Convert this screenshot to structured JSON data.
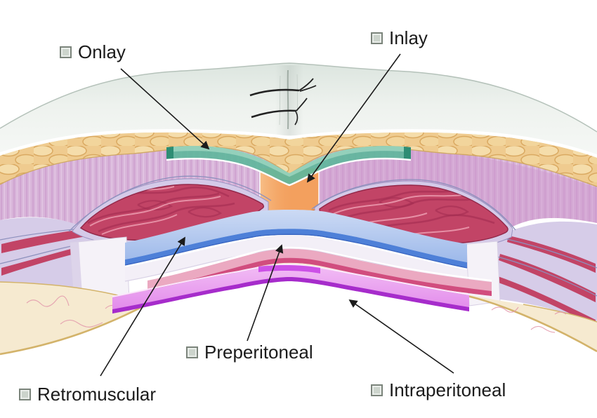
{
  "figure_labels": {
    "onlay": "Onlay",
    "inlay": "Inlay",
    "preperitoneal": "Preperitoneal",
    "retromuscular": "Retromuscular",
    "intraperitoneal": "Intraperitoneal"
  },
  "colors": {
    "onlay_mesh": "#5fb69c",
    "inlay_mesh": "#f3a05e",
    "retromuscular_mesh": "#4e80d8",
    "preperitoneal_mesh": "#d14d7e",
    "intraperitoneal_mesh": "#a62ccb",
    "muscle": "#c24466",
    "subcutaneous_fat": "#efcb8f",
    "anterior_fascia": "#d8b4d9",
    "preperitoneal_fat": "#f6ead0",
    "skin": "#e9efe9",
    "label_text": "#1b1b1b",
    "label_bullet": "#ccd4cc",
    "arrow": "#1b1b1b"
  }
}
